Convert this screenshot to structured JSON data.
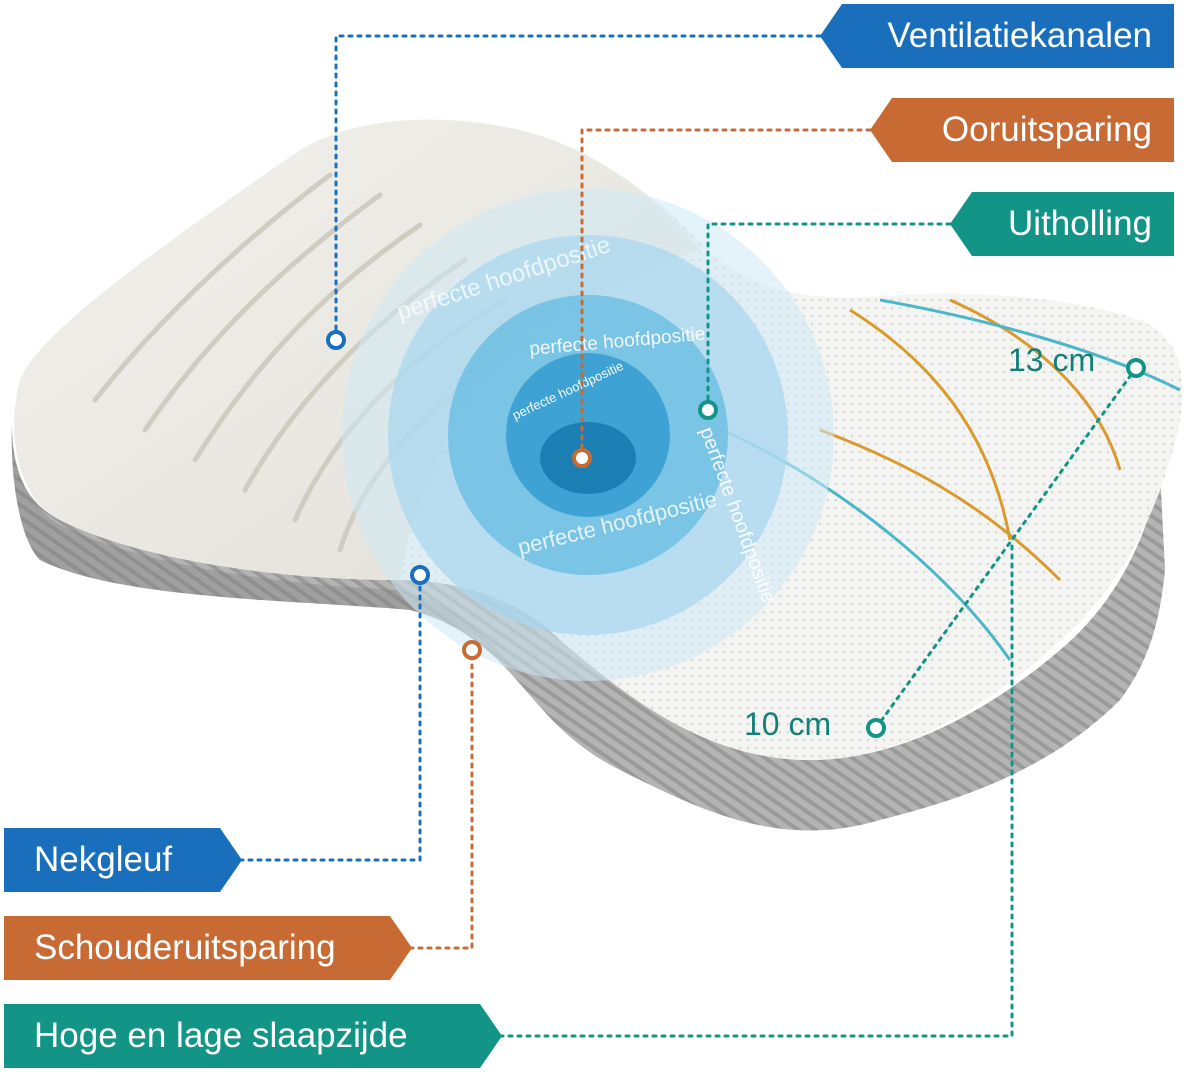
{
  "colors": {
    "blue": "#1a6fbd",
    "orange": "#c86a33",
    "teal": "#129486",
    "foam": "#ecebe4",
    "mesh": "#f3f3f1",
    "side": "#a9a9a9",
    "circle": "#63b9dd"
  },
  "labels": {
    "ventilatiekanalen": "Ventilatiekanalen",
    "ooruitsparing": "Ooruitsparing",
    "uitholling": "Uitholling",
    "nekgleuf": "Nekgleuf",
    "schouderuitsparing": "Schouderuitsparing",
    "hoge_lage": "Hoge en lage slaapzijde"
  },
  "measurements": {
    "high": "13 cm",
    "low": "10 cm"
  },
  "circle_text": "perfecte hoofdpositie"
}
